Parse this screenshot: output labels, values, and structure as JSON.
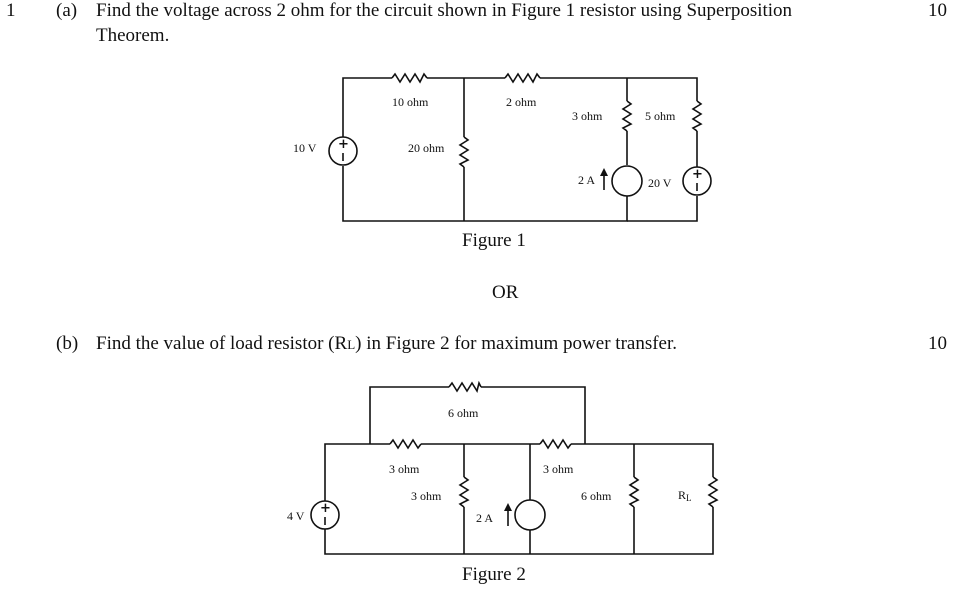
{
  "question": {
    "number": "1",
    "part_a": {
      "label": "(a)",
      "line1": "Find the voltage across 2 ohm for the circuit shown in Figure 1 resistor using Superposition",
      "line2": "Theorem.",
      "marks": "10"
    },
    "or_text": "OR",
    "part_b": {
      "label": "(b)",
      "text_before": "Find the value of load resistor (R",
      "subscript": "L",
      "text_after": ") in Figure 2 for maximum power transfer.",
      "marks": "10"
    }
  },
  "figure1": {
    "caption": "Figure 1",
    "labels": {
      "v10": "10 V",
      "r10": "10 ohm",
      "r20": "20 ohm",
      "r2": "2 ohm",
      "r3": "3 ohm",
      "r5": "5 ohm",
      "i2": "2 A",
      "v20": "20 V"
    }
  },
  "figure2": {
    "caption": "Figure 2",
    "labels": {
      "v4": "4 V",
      "r6top": "6 ohm",
      "r3left": "3 ohm",
      "r3mid": "3 ohm",
      "r3right": "3 ohm",
      "r6": "6 ohm",
      "rl": "R",
      "rl_sub": "L",
      "i2": "2 A"
    }
  }
}
